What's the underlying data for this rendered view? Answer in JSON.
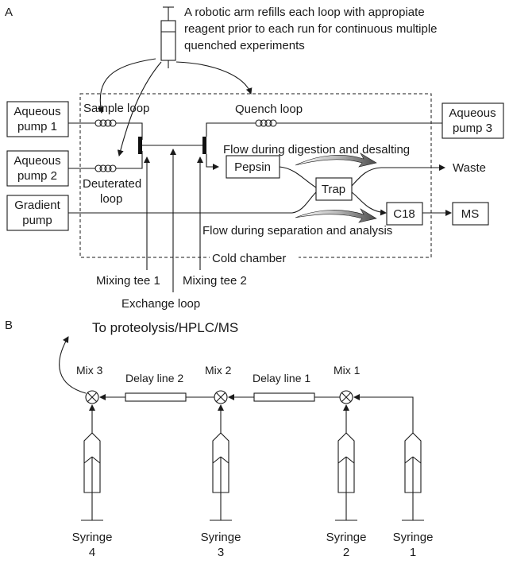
{
  "panel_a": {
    "label": "A",
    "robot_note": [
      "A robotic arm refills each loop with appropiate",
      "reagent prior to each run for continuous multiple",
      "quenched experiments"
    ],
    "pumps": {
      "aqueous1": [
        "Aqueous",
        "pump 1"
      ],
      "aqueous2": [
        "Aqueous",
        "pump 2"
      ],
      "aqueous3": [
        "Aqueous",
        "pump 3"
      ],
      "gradient": [
        "Gradient",
        "pump"
      ]
    },
    "sample_loop": "Sample loop",
    "deuterated_loop": [
      "Deuterated",
      "loop"
    ],
    "quench_loop": "Quench loop",
    "pepsin": "Pepsin",
    "trap": "Trap",
    "c18": "C18",
    "ms": "MS",
    "waste": "Waste",
    "flow_digestion": "Flow during digestion and desalting",
    "flow_separation": "Flow during separation and analysis",
    "cold_chamber": "Cold chamber",
    "mixing_tee_1": "Mixing tee 1",
    "mixing_tee_2": "Mixing tee 2",
    "exchange_loop": "Exchange loop"
  },
  "panel_b": {
    "label": "B",
    "output": "To proteolysis/HPLC/MS",
    "mix3": "Mix 3",
    "mix2": "Mix 2",
    "mix1": "Mix 1",
    "delay2": "Delay line 2",
    "delay1": "Delay line 1",
    "syringe4": [
      "Syringe",
      "4"
    ],
    "syringe3": [
      "Syringe",
      "3"
    ],
    "syringe2": [
      "Syringe",
      "2"
    ],
    "syringe1": [
      "Syringe",
      "1"
    ]
  }
}
